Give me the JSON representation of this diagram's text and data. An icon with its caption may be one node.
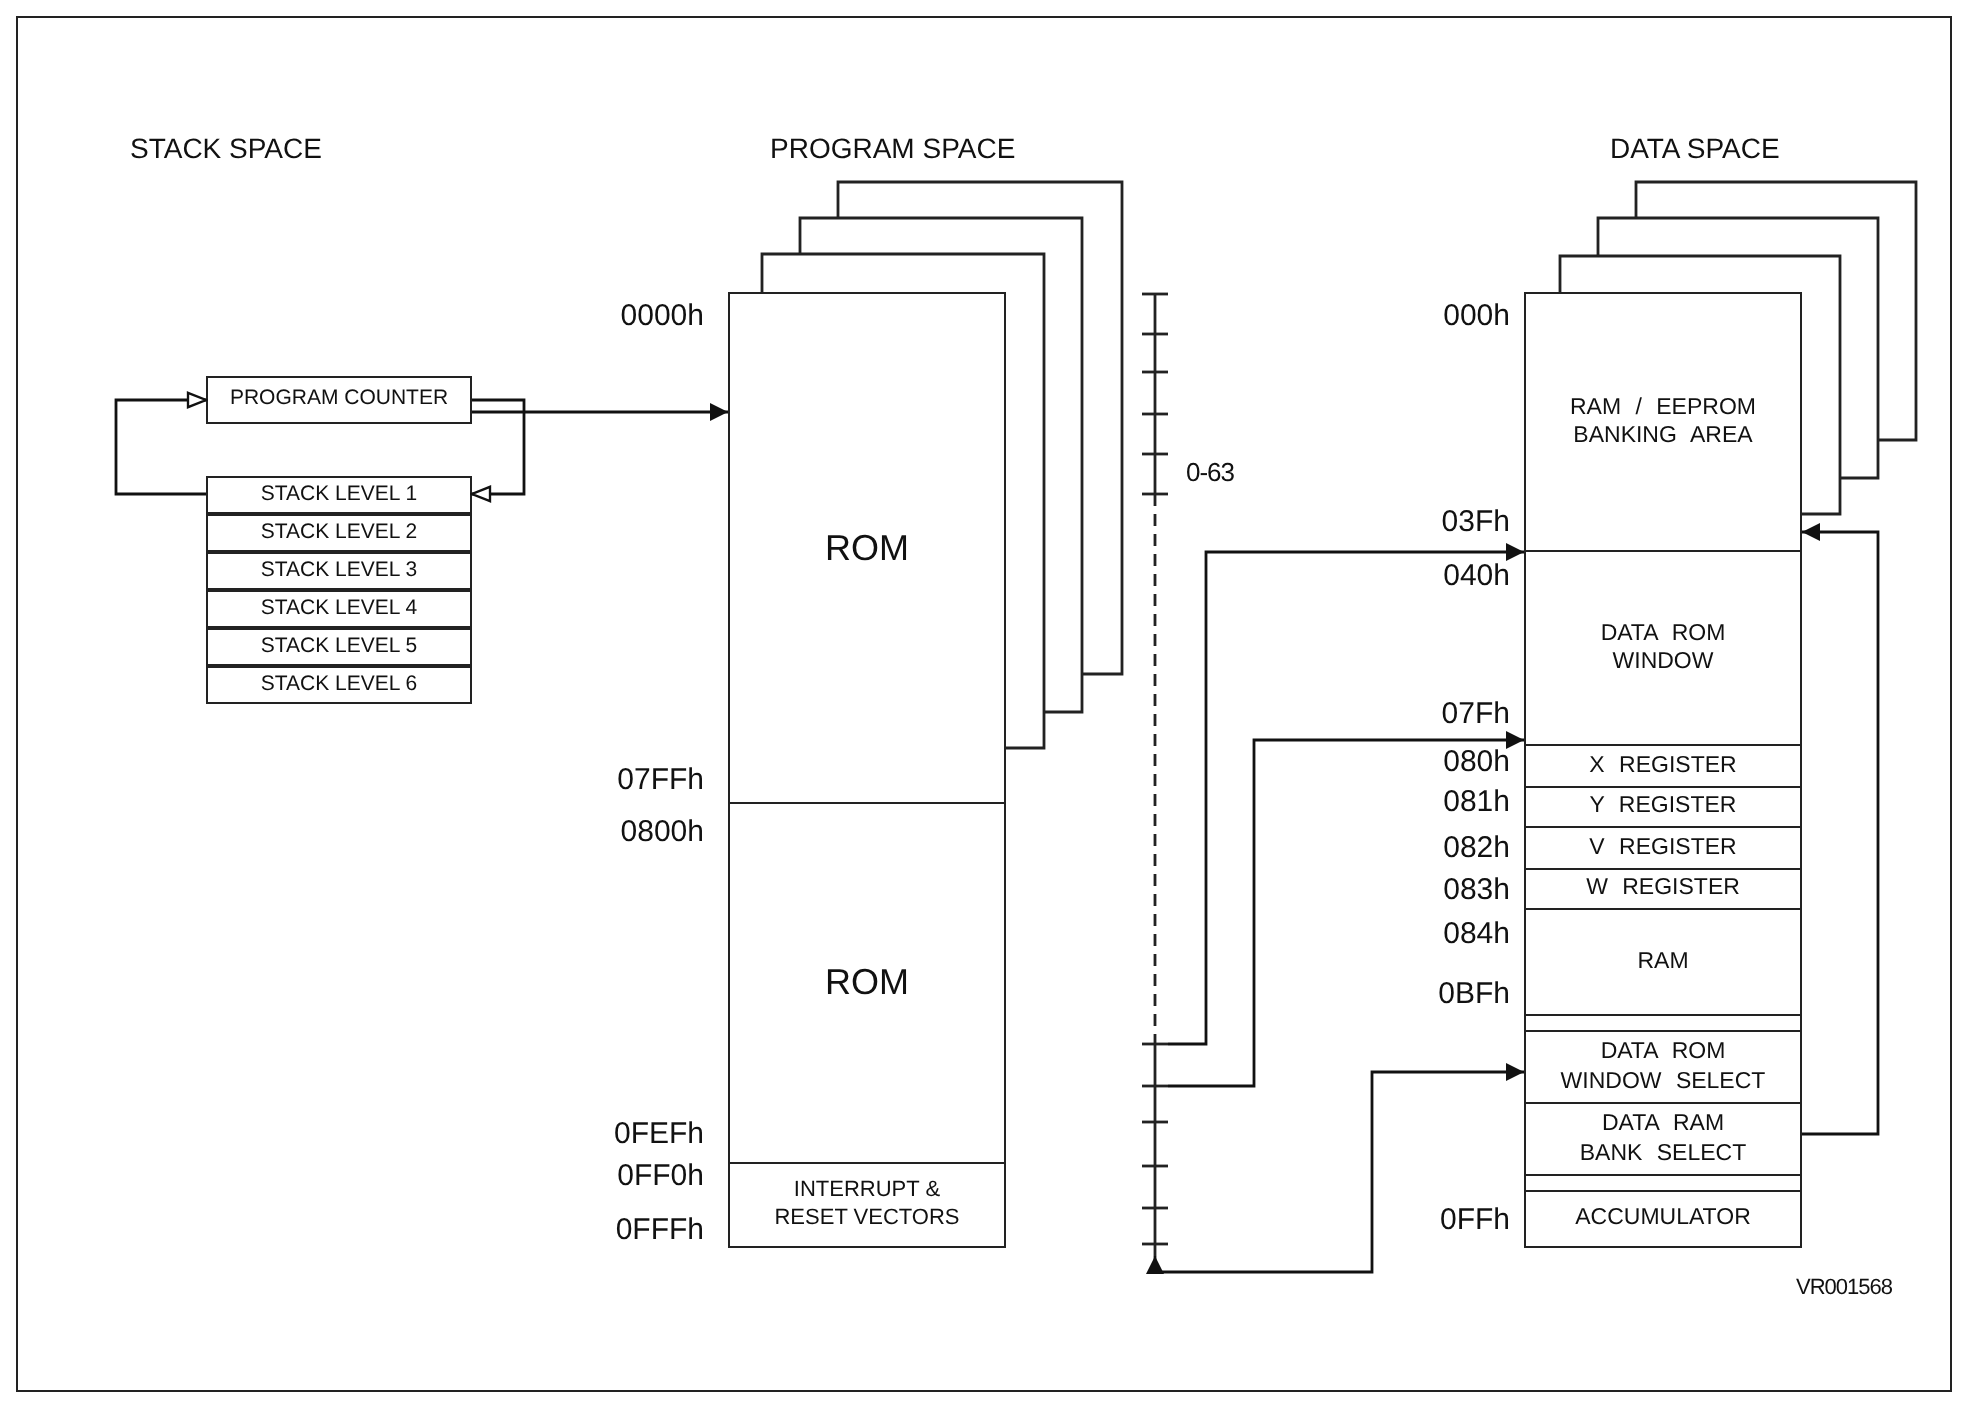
{
  "diagram": {
    "nodes": [
      {
        "text": [
          "PROGRAM COUNTER"
        ]
      },
      {
        "text": [
          "STACK LEVEL 1"
        ]
      },
      {
        "text": [
          "STACK LEVEL 2"
        ]
      },
      {
        "text": [
          "STACK LEVEL 3"
        ]
      },
      {
        "text": [
          "STACK LEVEL 4"
        ]
      },
      {
        "text": [
          "STACK LEVEL 5"
        ]
      },
      {
        "text": [
          "STACK LEVEL 6"
        ]
      },
      {
        "text": [
          "ROM"
        ],
        "beside": [
          "0000h",
          "07FFh"
        ]
      },
      {
        "text": [
          "ROM"
        ],
        "beside": [
          "0800h",
          "0FEFh"
        ]
      },
      {
        "text": [
          "INTERRUPT & RESET VECTORS"
        ],
        "beside": [
          "0FF0h",
          "0FFFh"
        ]
      },
      {
        "text": [],
        "shape": "bar",
        "beside": [
          "0-63"
        ]
      },
      {
        "text": [
          "RAM / EEPROM BANKING AREA"
        ],
        "beside": [
          "000h",
          "03Fh"
        ]
      },
      {
        "text": [
          "DATA ROM WINDOW"
        ],
        "beside": [
          "040h",
          "07Fh"
        ]
      },
      {
        "text": [
          "X REGISTER"
        ],
        "beside": [
          "080h"
        ]
      },
      {
        "text": [
          "Y REGISTER"
        ],
        "beside": [
          "081h"
        ]
      },
      {
        "text": [
          "V REGISTER"
        ],
        "beside": [
          "082h"
        ]
      },
      {
        "text": [
          "W REGISTER"
        ],
        "beside": [
          "083h"
        ]
      },
      {
        "text": [
          "RAM"
        ],
        "beside": [
          "084h",
          "0BFh"
        ]
      },
      {
        "text": [],
        "shape": "box"
      },
      {
        "text": [
          "DATA ROM WINDOW SELECT"
        ]
      },
      {
        "text": [
          "DATA RAM BANK SELECT"
        ]
      },
      {
        "text": [],
        "shape": "box"
      },
      {
        "text": [
          "ACCUMULATOR"
        ],
        "beside": [
          "0FFh"
        ]
      }
    ],
    "edges": [
      {
        "from": 0,
        "to": 1,
        "arrow": "to"
      },
      {
        "from": 1,
        "to": 0,
        "arrow": "to"
      },
      {
        "from": 0,
        "to": 7,
        "arrow": "to"
      },
      {
        "from": 10,
        "to": 12,
        "arrow": "to"
      },
      {
        "from": 10,
        "to": 12,
        "arrow": "to"
      },
      {
        "from": 10,
        "to": 19,
        "arrow": "both"
      },
      {
        "from": 20,
        "to": 11,
        "arrow": "to"
      }
    ],
    "labels": [
      "STACK SPACE",
      "PROGRAM SPACE",
      "DATA SPACE",
      "VR001568"
    ]
  }
}
